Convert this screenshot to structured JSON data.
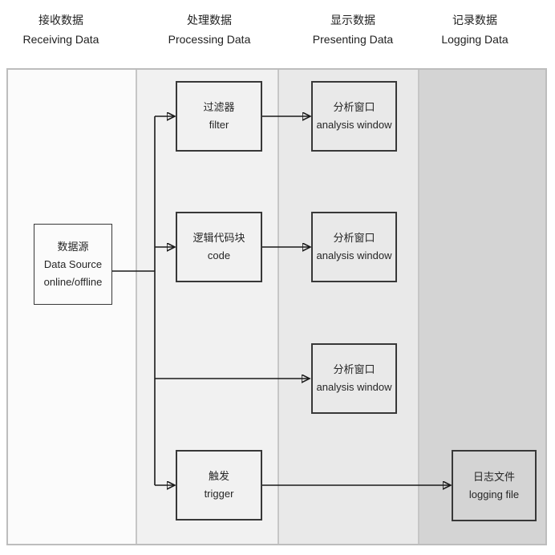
{
  "headers": [
    {
      "zh": "接收数据",
      "en": "Receiving Data"
    },
    {
      "zh": "处理数据",
      "en": "Processing Data"
    },
    {
      "zh": "显示数据",
      "en": "Presenting Data"
    },
    {
      "zh": "记录数据",
      "en": "Logging Data"
    }
  ],
  "nodes": {
    "data_source": {
      "title": "数据源",
      "subtitle": "Data Source",
      "detail": "online/offline"
    },
    "filter": {
      "title": "过滤器",
      "subtitle": "filter"
    },
    "code": {
      "title": "逻辑代码块",
      "subtitle": "code"
    },
    "trigger": {
      "title": "触发",
      "subtitle": "trigger"
    },
    "analysis_window_1": {
      "title": "分析窗口",
      "subtitle": "analysis window"
    },
    "analysis_window_2": {
      "title": "分析窗口",
      "subtitle": "analysis window"
    },
    "analysis_window_3": {
      "title": "分析窗口",
      "subtitle": "analysis window"
    },
    "logging_file": {
      "title": "日志文件",
      "subtitle": "logging file"
    }
  },
  "edges": [
    {
      "from": "data-source",
      "to": "filter"
    },
    {
      "from": "data-source",
      "to": "code"
    },
    {
      "from": "data-source",
      "to": "analysis-window-3"
    },
    {
      "from": "data-source",
      "to": "trigger"
    },
    {
      "from": "filter",
      "to": "analysis-window-1"
    },
    {
      "from": "code",
      "to": "analysis-window-2"
    },
    {
      "from": "trigger",
      "to": "logging-file"
    }
  ],
  "colors": {
    "background": "#ffffff",
    "lane_receiving": "#fbfbfb",
    "lane_processing": "#f1f1f1",
    "lane_presenting": "#e9e9e9",
    "lane_logging": "#d4d4d4",
    "lane_border": "#c6c6c6",
    "pool_border": "#bdbdbd",
    "node_border": "#383838",
    "node_text": "#262626",
    "connector": "#1a1a1a"
  }
}
